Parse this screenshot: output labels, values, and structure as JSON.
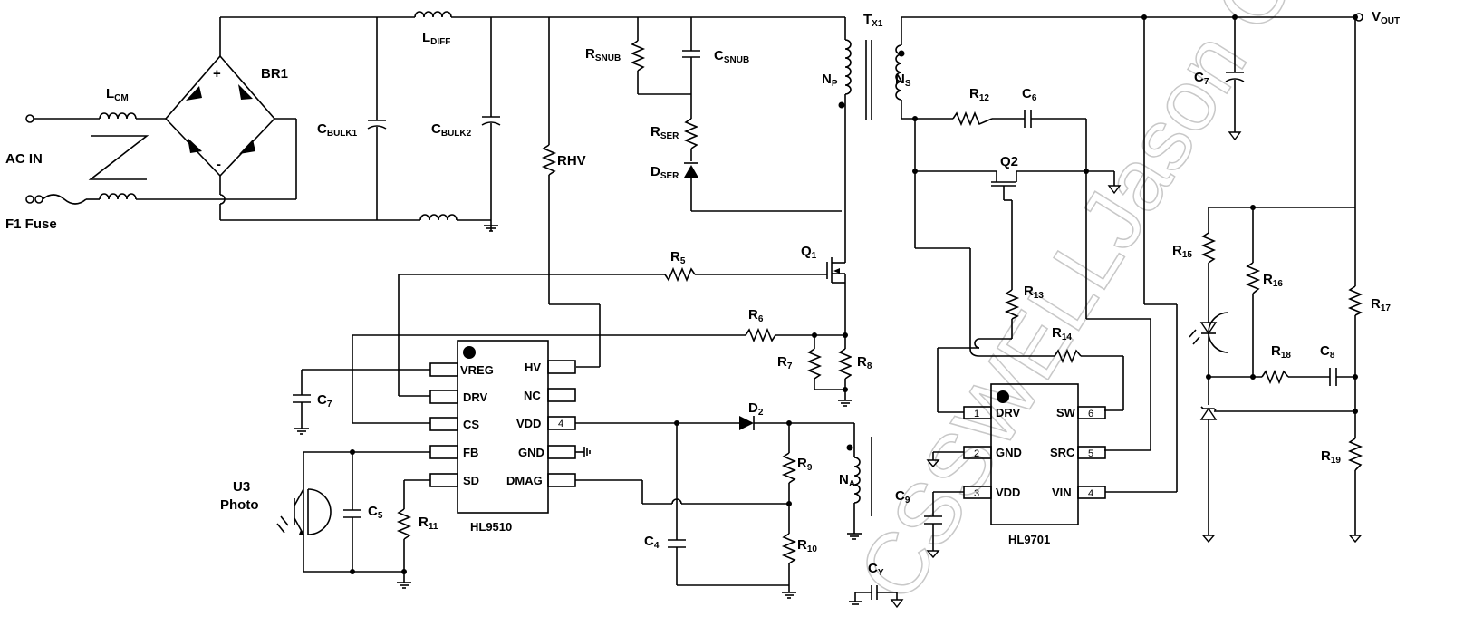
{
  "labels": {
    "ac_in": "AC IN",
    "fuse": "F1 Fuse",
    "lcm": "L",
    "lcm_sub": "CM",
    "ldiff": "L",
    "ldiff_sub": "DIFF",
    "br1": "BR1",
    "cbulk1": "C",
    "cbulk1_sub": "BULK1",
    "cbulk2": "C",
    "cbulk2_sub": "BULK2",
    "rsnub": "R",
    "rsnub_sub": "SNUB",
    "csnub": "C",
    "csnub_sub": "SNUB",
    "rser": "R",
    "rser_sub": "SER",
    "dser": "D",
    "dser_sub": "SER",
    "rhv": "RHV",
    "tx1": "T",
    "tx1_sub": "X1",
    "np": "N",
    "np_sub": "P",
    "ns": "N",
    "ns_sub": "S",
    "na": "N",
    "na_sub": "A",
    "q1": "Q",
    "q1_sub": "1",
    "q2": "Q2",
    "r5": "R",
    "r5_sub": "5",
    "r6": "R",
    "r6_sub": "6",
    "r7": "R",
    "r7_sub": "7",
    "r8": "R",
    "r8_sub": "8",
    "r9": "R",
    "r9_sub": "9",
    "r10": "R",
    "r10_sub": "10",
    "r11": "R",
    "r11_sub": "11",
    "r12": "R",
    "r12_sub": "12",
    "r13": "R",
    "r13_sub": "13",
    "r14": "R",
    "r14_sub": "14",
    "r15": "R",
    "r15_sub": "15",
    "r16": "R",
    "r16_sub": "16",
    "r17": "R",
    "r17_sub": "17",
    "r18": "R",
    "r18_sub": "18",
    "r19": "R",
    "r19_sub": "19",
    "c4": "C",
    "c4_sub": "4",
    "c5": "C",
    "c5_sub": "5",
    "c6": "C",
    "c6_sub": "6",
    "c7a": "C",
    "c7a_sub": "7",
    "c7b": "C",
    "c7b_sub": "7",
    "c8": "C",
    "c8_sub": "8",
    "c9": "C",
    "c9_sub": "9",
    "cy": "C",
    "cy_sub": "Y",
    "d2": "D",
    "d2_sub": "2",
    "u3_line1": "U3",
    "u3_line2": "Photo",
    "vout": "V",
    "vout_sub": "OUT"
  },
  "hl9510": {
    "name": "HL9510",
    "left_pins": [
      "VREG",
      "DRV",
      "CS",
      "FB",
      "SD"
    ],
    "right_pins": [
      "HV",
      "NC",
      "VDD",
      "GND",
      "DMAG"
    ],
    "vdd_num": "4"
  },
  "hl9701": {
    "name": "HL9701",
    "left_pins": [
      "DRV",
      "GND",
      "VDD"
    ],
    "left_nums": [
      "1",
      "2",
      "3"
    ],
    "right_pins": [
      "SW",
      "SRC",
      "VIN"
    ],
    "right_nums": [
      "6",
      "5",
      "4"
    ]
  },
  "watermark": "CSSWELLJason Chen"
}
